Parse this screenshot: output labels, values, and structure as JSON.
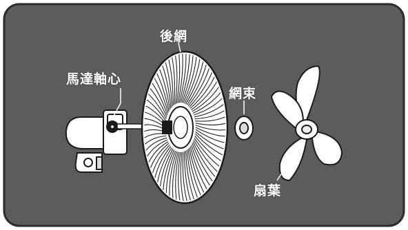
{
  "colors": {
    "panel": "#5c5c5c",
    "panel_border": "#2b2b2b",
    "part_fill": "#ffffff",
    "part_stroke": "#1a1a1a",
    "label_text": "#ffffff"
  },
  "labels": {
    "rear_guard": "後網",
    "motor_shaft": "馬達軸心",
    "guard_nut": "網束",
    "fan_blade": "扇葉"
  },
  "icons": [
    "motor-housing",
    "motor-shaft",
    "rear-guard",
    "guard-nut",
    "fan-blade"
  ]
}
